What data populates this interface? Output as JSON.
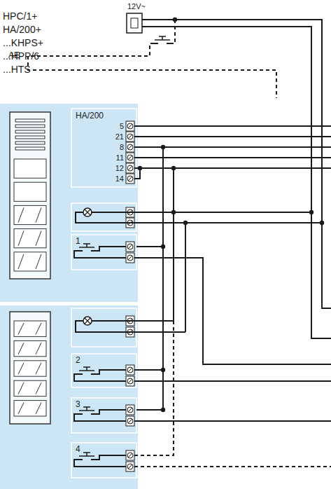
{
  "diagram": {
    "nodes": [
      {
        "text": [
          "HA/200"
        ]
      },
      {
        "text": [
          "1"
        ]
      },
      {
        "text": [
          "2"
        ]
      },
      {
        "text": [
          "3"
        ]
      },
      {
        "text": [
          "4"
        ]
      }
    ],
    "edges": [
      {
        "from": 0,
        "to": 1,
        "arrow": "none"
      },
      {
        "from": 0,
        "to": 3,
        "arrow": "none"
      }
    ],
    "labels": [
      "HPC/1+",
      "HA/200+",
      "...KHPS+",
      "...HPP/6",
      "...HTS",
      "12V~",
      "AE",
      "5",
      "21",
      "8",
      "11",
      "12",
      "14"
    ]
  }
}
